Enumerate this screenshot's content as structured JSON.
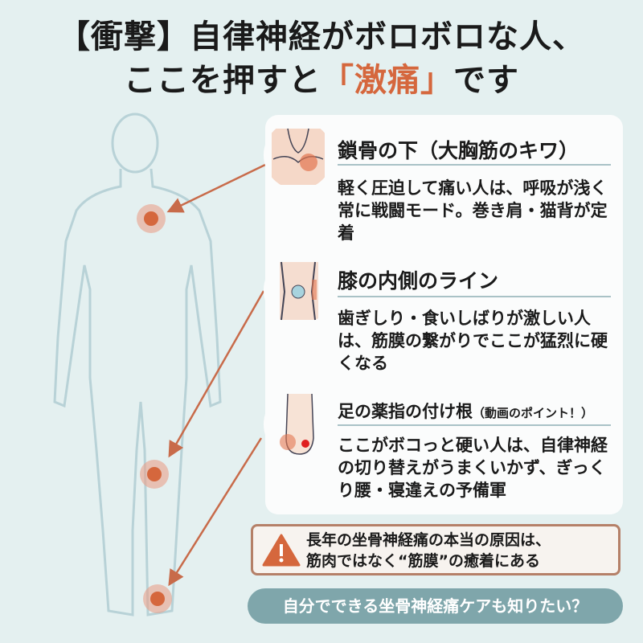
{
  "title": {
    "line1": "【衝撃】自律神経がボロボロな人、",
    "line2_pre": "ここを押すと",
    "line2_accent": "「激痛」",
    "line2_post": "です"
  },
  "points": [
    {
      "heading": "鎖骨の下（大胸筋のキワ）",
      "body": "軽く圧迫して痛い人は、呼吸が浅く常に戦闘モード。巻き肩・猫背が定着",
      "icon": "collarbone-icon"
    },
    {
      "heading": "膝の内側のライン",
      "body": "歯ぎしり・食いしばりが激しい人は、筋膜の繋がりでここが猛烈に硬くなる",
      "icon": "knee-icon"
    },
    {
      "heading": "足の薬指の付け根",
      "heading_note": "（動画のポイント！）",
      "body": "ここがボコっと硬い人は、自律神経の切り替えがうまくいかず、ぎっくり腰・寝違えの予備軍",
      "icon": "foot-icon"
    }
  ],
  "warning": {
    "line1": "長年の坐骨神経痛の本当の原因は、",
    "line2": "筋肉ではなく“筋膜”の癒着にある"
  },
  "cta": "自分でできる坐骨神経痛ケアも知りたい？",
  "colors": {
    "accent": "#d5673d",
    "background": "#e4f0f0",
    "cta": "#7fa6ab",
    "outline": "#b8d2d7"
  }
}
